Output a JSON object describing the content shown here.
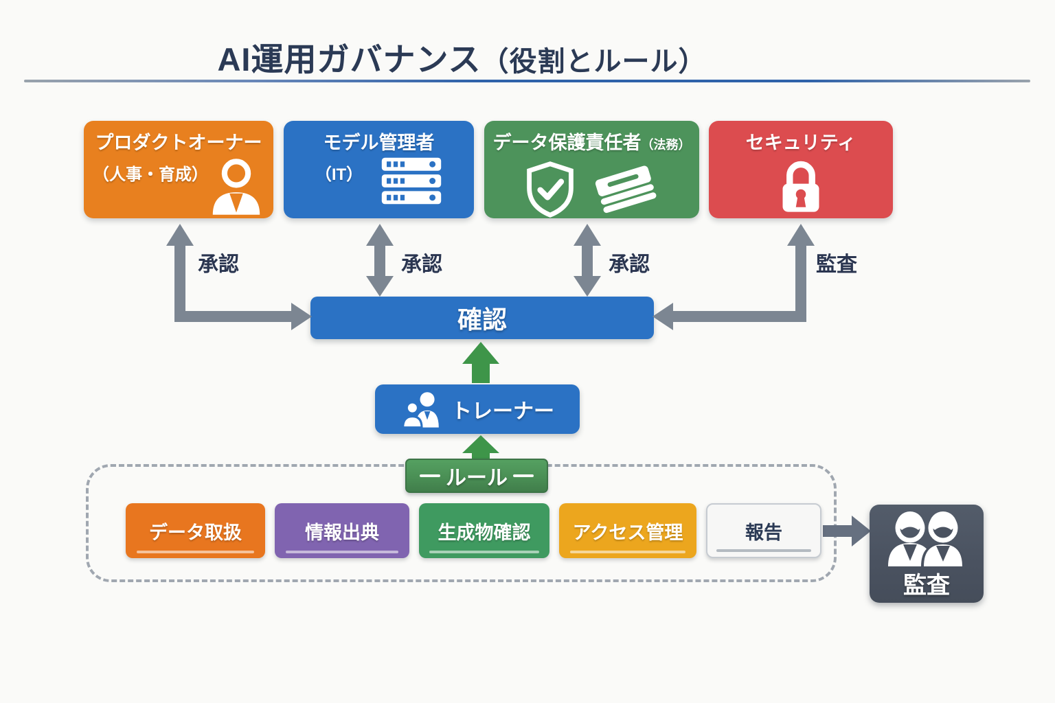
{
  "title": {
    "main": "AI運用ガバナンス",
    "paren": "（役割とルール）"
  },
  "roles": [
    {
      "title": "プロダクトオーナー",
      "subtitle": "（人事・育成）",
      "icon": "person-icon",
      "color": "#e8801f"
    },
    {
      "title": "モデル管理者",
      "subtitle": "（IT）",
      "icon": "server-icon",
      "color": "#2b72c4"
    },
    {
      "title": "データ保護責任者",
      "suffix": "（法務）",
      "icons": [
        "shield-check-icon",
        "books-icon"
      ],
      "color": "#4d935b"
    },
    {
      "title": "セキュリティ",
      "icon": "lock-icon",
      "color": "#dc4c4f"
    }
  ],
  "connectors": [
    {
      "label": "承認"
    },
    {
      "label": "承認"
    },
    {
      "label": "承認"
    },
    {
      "label": "監査"
    }
  ],
  "confirm": {
    "label": "確認",
    "color": "#2b72c4"
  },
  "trainer": {
    "label": "トレーナー",
    "icon": "trainers-icon",
    "color": "#2b72c4"
  },
  "rule": {
    "label": "ルール",
    "color": "#4a8f55"
  },
  "rule_items": [
    {
      "label": "データ取扱",
      "color": "#e8761f"
    },
    {
      "label": "情報出典",
      "color": "#8064b0"
    },
    {
      "label": "生成物確認",
      "color": "#3f9a60"
    },
    {
      "label": "アクセス管理",
      "color": "#eca61e"
    },
    {
      "label": "報告",
      "color": "#f7f7f6"
    }
  ],
  "audit_box": {
    "label": "監査",
    "icon": "auditors-icon",
    "color": "#4a5260"
  },
  "colors": {
    "background": "#fafaf8",
    "title_text": "#2b3a55",
    "connector_arrow": "#7c8692",
    "connector_label": "#2a3550",
    "flow_arrow_green": "#3e9549",
    "dashed_border": "#a0a7b0",
    "divider_blue": "#2f62aa"
  }
}
